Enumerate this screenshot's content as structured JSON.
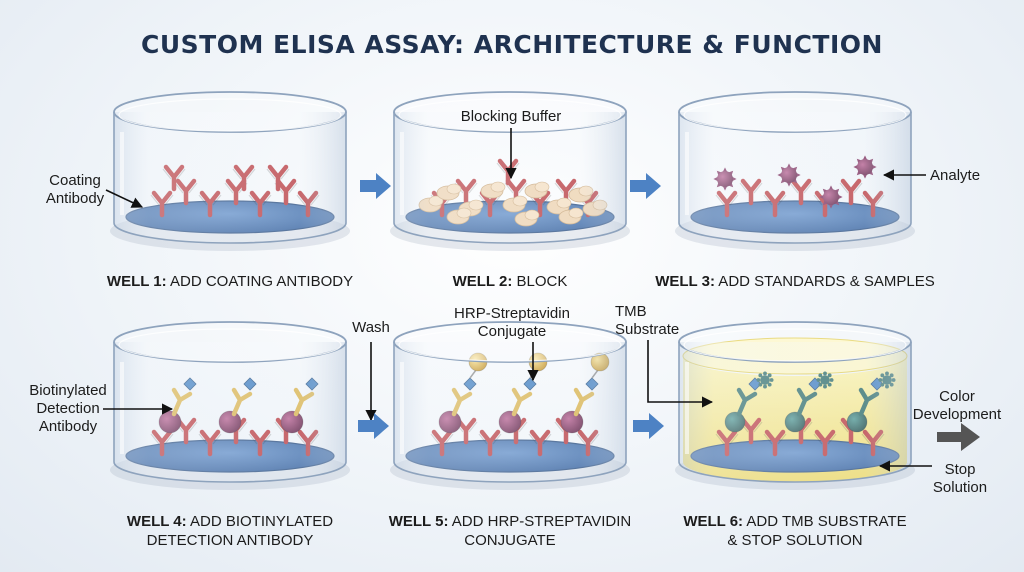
{
  "title": "CUSTOM ELISA ASSAY: ARCHITECTURE & FUNCTION",
  "colors": {
    "title": "#1f3250",
    "antibody_red": "#b8373c",
    "plate_blue": "#3f6fae",
    "analyte_purple": "#7a2a5a",
    "biotin_blue": "#3a7bbf",
    "detection_gold": "#d9b24a",
    "streptavidin_gold": "#d4a531",
    "tmb_yellow": "#f2e27a",
    "tmb_teal": "#2b6a67",
    "arrow_blue": "#4d82c4",
    "arrow_dark": "#555555"
  },
  "wells": [
    {
      "id": 1,
      "label_bold": "WELL 1:",
      "label_rest": " ADD COATING ANTIBODY",
      "label_line2": ""
    },
    {
      "id": 2,
      "label_bold": "WELL 2:",
      "label_rest": " BLOCK",
      "label_line2": ""
    },
    {
      "id": 3,
      "label_bold": "WELL 3:",
      "label_rest": " ADD STANDARDS & SAMPLES",
      "label_line2": ""
    },
    {
      "id": 4,
      "label_bold": "WELL 4:",
      "label_rest": " ADD BIOTINYLATED",
      "label_line2": "DETECTION ANTIBODY"
    },
    {
      "id": 5,
      "label_bold": "WELL 5:",
      "label_rest": " ADD HRP-STREPTAVIDIN",
      "label_line2": "CONJUGATE"
    },
    {
      "id": 6,
      "label_bold": "WELL 6:",
      "label_rest": " ADD TMB SUBSTRATE",
      "label_line2": "& STOP SOLUTION"
    }
  ],
  "callouts": {
    "coating_antibody": [
      "Coating",
      "Antibody"
    ],
    "blocking_buffer": [
      "Blocking Buffer"
    ],
    "analyte": [
      "Analyte"
    ],
    "biotinylated": [
      "Biotinylated",
      "Detection",
      "Antibody"
    ],
    "wash": [
      "Wash"
    ],
    "hrp": [
      "HRP-Streptavidin",
      "Conjugate"
    ],
    "tmb": [
      "TMB",
      "Substrate"
    ],
    "color_development": [
      "Color",
      "Development"
    ],
    "stop_solution": [
      "Stop",
      "Solution"
    ]
  }
}
